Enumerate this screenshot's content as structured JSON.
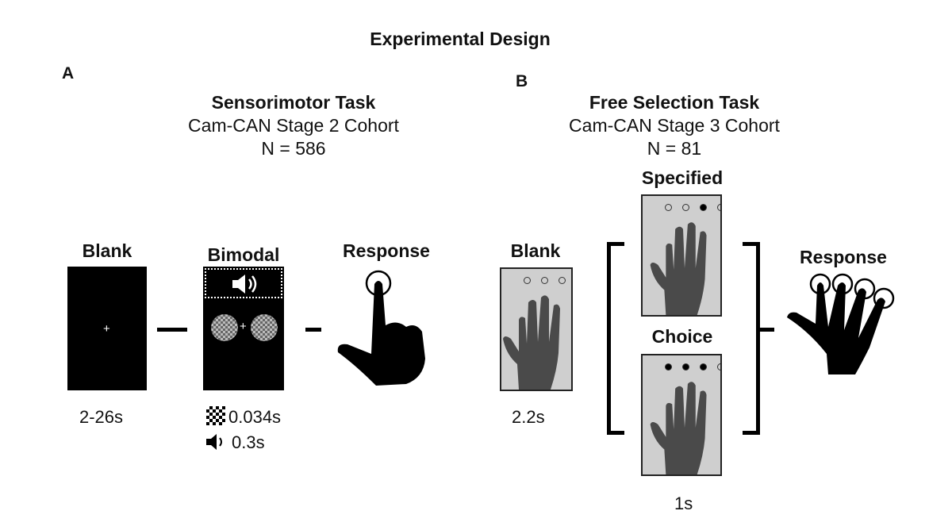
{
  "figure_title": "Experimental Design",
  "panel_a": {
    "letter": "A",
    "task_title": "Sensorimotor Task",
    "cohort": "Cam-CAN Stage 2 Cohort",
    "n": "N = 586",
    "stages": {
      "blank": {
        "label": "Blank",
        "duration": "2-26s"
      },
      "bimodal": {
        "label": "Bimodal",
        "visual_duration": "0.034s",
        "audio_duration": "0.3s"
      },
      "response": {
        "label": "Response"
      }
    },
    "icons": [
      "speaker-icon",
      "checkerboard-icon",
      "fixation-cross-icon",
      "pointing-hand-icon"
    ]
  },
  "panel_b": {
    "letter": "B",
    "task_title": "Free Selection Task",
    "cohort": "Cam-CAN Stage 3 Cohort",
    "n": "N = 81",
    "stages": {
      "blank": {
        "label": "Blank",
        "duration": "2.2s",
        "dots": [
          0,
          0,
          0,
          0
        ]
      },
      "specified": {
        "label": "Specified",
        "dots": [
          0,
          0,
          1,
          0
        ]
      },
      "choice": {
        "label": "Choice",
        "dots": [
          1,
          1,
          1,
          0
        ]
      },
      "cue_duration": "1s",
      "response": {
        "label": "Response"
      }
    },
    "icons": [
      "hand-photo-icon",
      "four-finger-response-icon"
    ]
  }
}
